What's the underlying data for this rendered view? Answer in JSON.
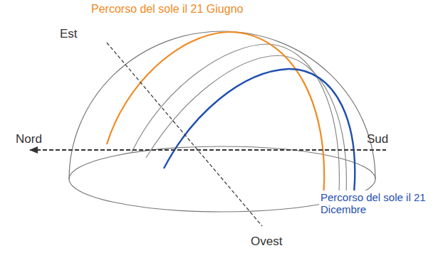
{
  "diagram": {
    "labels": [
      "Percorso del sole il 21 Giugno",
      "Est",
      "Nord",
      "Sud",
      "Percorso del sole il 21 Dicembre",
      "Ovest"
    ]
  }
}
